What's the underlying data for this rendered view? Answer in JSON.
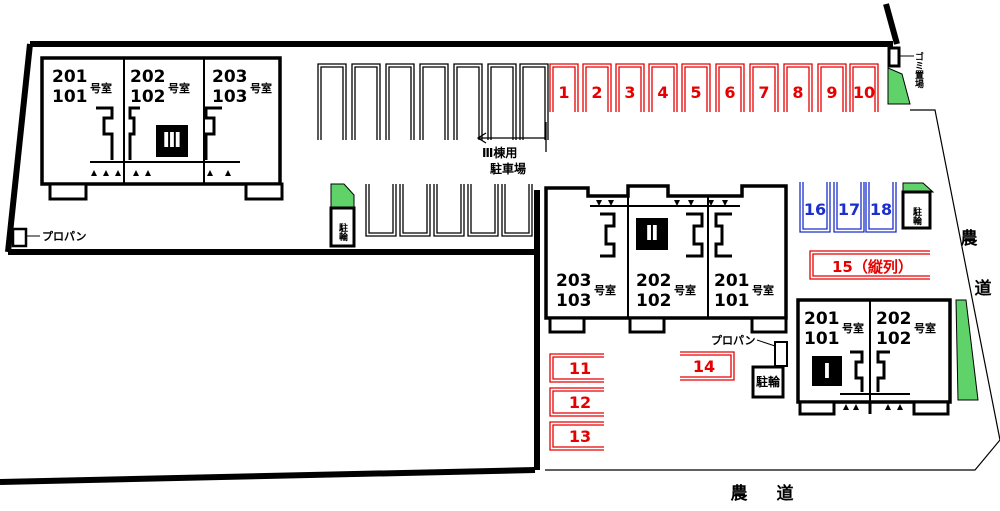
{
  "buildings": {
    "b3": {
      "name": "Ⅲ",
      "units": [
        {
          "upper": "201",
          "lower": "101",
          "suffix": "号室"
        },
        {
          "upper": "202",
          "lower": "102",
          "suffix": "号室"
        },
        {
          "upper": "203",
          "lower": "103",
          "suffix": "号室"
        }
      ]
    },
    "b2": {
      "name": "Ⅱ",
      "units": [
        {
          "upper": "203",
          "lower": "103",
          "suffix": "号室"
        },
        {
          "upper": "202",
          "lower": "102",
          "suffix": "号室"
        },
        {
          "upper": "201",
          "lower": "101",
          "suffix": "号室"
        }
      ]
    },
    "b1": {
      "name": "Ⅰ",
      "units": [
        {
          "upper": "201",
          "lower": "101",
          "suffix": "号室"
        },
        {
          "upper": "202",
          "lower": "102",
          "suffix": "号室"
        }
      ]
    }
  },
  "parking": {
    "red_row": [
      "1",
      "2",
      "3",
      "4",
      "5",
      "6",
      "7",
      "8",
      "9",
      "10"
    ],
    "blue_row": [
      "16",
      "17",
      "18"
    ],
    "long_15": "15（縦列）",
    "left_col": [
      "11",
      "12",
      "13"
    ],
    "single_14": "14",
    "b3_lot_label_1": "Ⅲ棟用",
    "b3_lot_label_2": "駐車場"
  },
  "labels": {
    "propane_1": "プロパン",
    "propane_2": "プロパン",
    "bike_1": "駐輪",
    "bike_2": "駐輪",
    "bike_3": "駐輪",
    "garbage": "ゴミ置場",
    "farm_road_bottom": "農　道",
    "farm_road_right_1": "農",
    "farm_road_right_2": "道"
  },
  "colors": {
    "red": "#e60000",
    "blue": "#1a2fcc",
    "green": "#5fd36a",
    "black": "#000000"
  }
}
